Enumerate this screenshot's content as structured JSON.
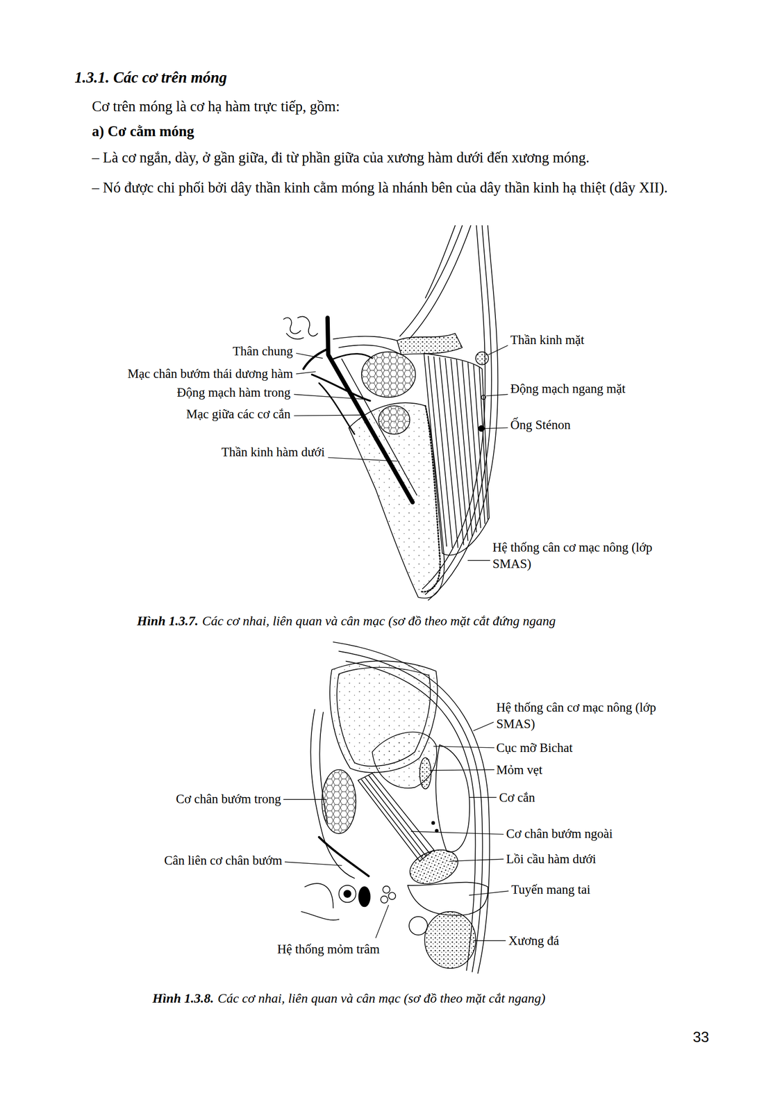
{
  "diagram": {
    "title": "1.3.1. Các cơ trên móng",
    "labels": [
      "Cơ trên móng là cơ hạ hàm trực tiếp, gồm:",
      "a) Cơ cằm móng",
      "– Là cơ ngắn, dày, ở gần giữa, đi từ phần giữa của xương hàm dưới đến xương móng.",
      "– Nó được chi phối bởi dây thần kinh cằm móng là nhánh bên của dây thần kinh hạ thiệt (dây XII).",
      "Thân chung",
      "Mạc chân bướm thái dương hàm",
      "Động mạch hàm trong",
      "Mạc giữa các cơ cắn",
      "Thần kinh hàm dưới",
      "Thần kinh mặt",
      "Động mạch ngang mặt",
      "Ống Sténon",
      "Hệ thống cân cơ mạc nông (lớp SMAS)",
      "Hình 1.3.7.",
      "Các cơ nhai, liên quan và cân mạc (sơ đồ theo mặt cắt đứng ngang",
      "Hệ thống cân cơ mạc nông (lớp SMAS)",
      "Cục mỡ Bichat",
      "Mỏm vẹt",
      "Cơ cắn",
      "Cơ chân bướm ngoài",
      "Lồi cầu hàm dưới",
      "Tuyến mang tai",
      "Xương đá",
      "Cơ chân bướm trong",
      "Cân liên cơ chân bướm",
      "Hệ thống mỏm trâm",
      "Hình 1.3.8.",
      "Các cơ nhai, liên quan và cân mạc (sơ đồ theo mặt cắt ngang)",
      "33"
    ]
  }
}
